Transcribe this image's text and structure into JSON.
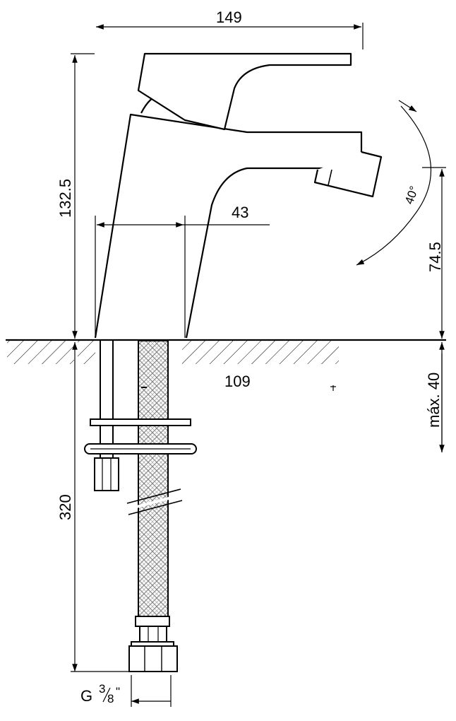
{
  "dimensions": {
    "overall_length": "149",
    "height": "132.5",
    "spout_height": "74.5",
    "base_width": "43",
    "deck_offset": "109",
    "max_thickness": "máx. 40",
    "hose_length": "320",
    "lever_angle": "40°",
    "thread_prefix": "G",
    "thread_num": "3",
    "thread_den": "8",
    "thread_unit": "\""
  },
  "colors": {
    "line": "#000000",
    "background": "#ffffff"
  }
}
